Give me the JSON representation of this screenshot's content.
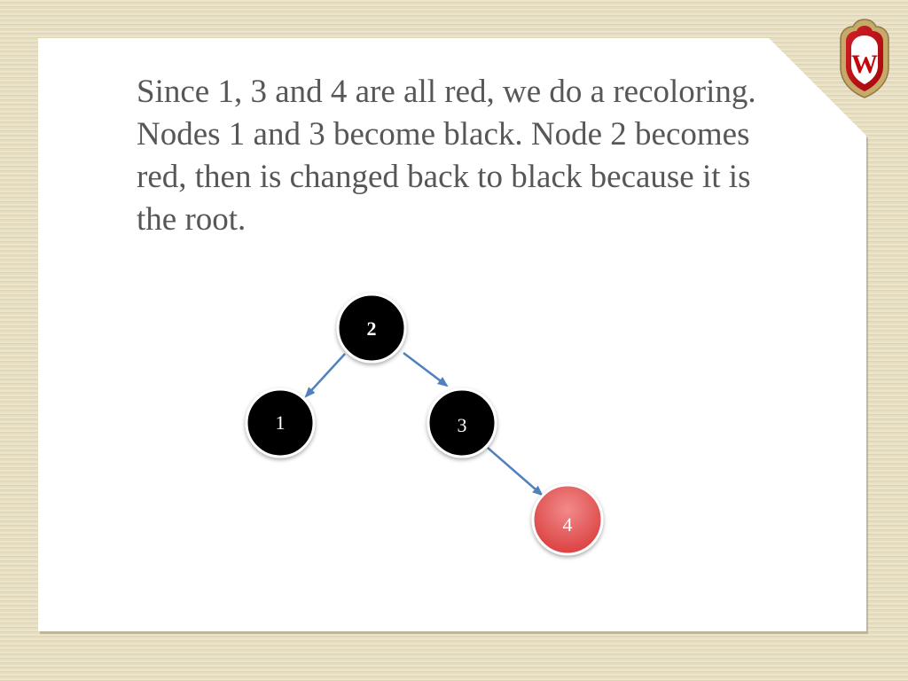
{
  "slide": {
    "body_text": "Since 1, 3 and 4 are all red, we do a recoloring. Nodes 1 and 3 become black. Node 2 becomes red, then is changed back to black because it is the root."
  },
  "logo": {
    "icon": "uw-crest-icon",
    "letter": "W",
    "colors": {
      "red": "#c5050c",
      "gold": "#c7a969"
    }
  },
  "tree": {
    "colors": {
      "black_node": "#000000",
      "red_node": "#e04848",
      "edge": "#4f81bd",
      "node_border": "#ffffff"
    },
    "nodes": [
      {
        "id": "n2",
        "label": "2",
        "color": "black"
      },
      {
        "id": "n1",
        "label": "1",
        "color": "black"
      },
      {
        "id": "n3",
        "label": "3",
        "color": "black"
      },
      {
        "id": "n4",
        "label": "4",
        "color": "red"
      }
    ],
    "edges": [
      {
        "from": "n2",
        "to": "n1"
      },
      {
        "from": "n2",
        "to": "n3"
      },
      {
        "from": "n3",
        "to": "n4"
      }
    ]
  }
}
